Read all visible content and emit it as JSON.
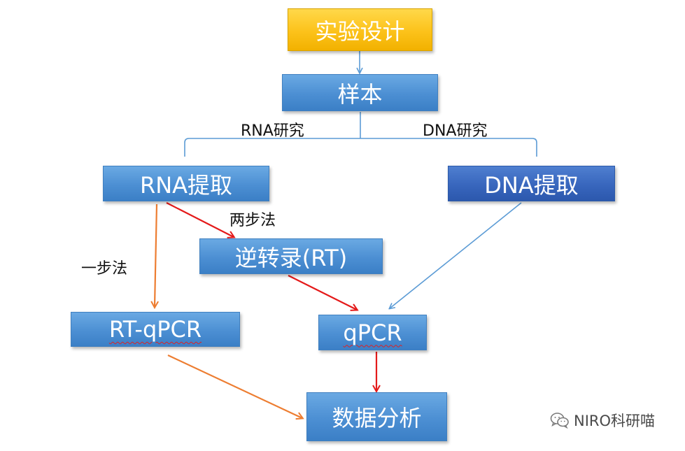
{
  "nodes": {
    "design": "实验设计",
    "sample": "样本",
    "rna_extract": "RNA提取",
    "dna_extract": "DNA提取",
    "reverse_transcription": "逆转录(RT)",
    "rt_qpcr": "RT-qPCR",
    "qpcr": "qPCR",
    "analysis": "数据分析"
  },
  "edge_labels": {
    "rna_study": "RNA研究",
    "dna_study": "DNA研究",
    "two_step": "两步法",
    "one_step": "一步法"
  },
  "watermark": "NIRO科研喵",
  "colors": {
    "node_blue": "#4c8fd3",
    "node_dark_blue": "#3866bd",
    "node_yellow": "#fcc21a",
    "arrow_red": "#e41a1a",
    "arrow_orange": "#ed7d31",
    "arrow_blue": "#5b9bd5"
  }
}
